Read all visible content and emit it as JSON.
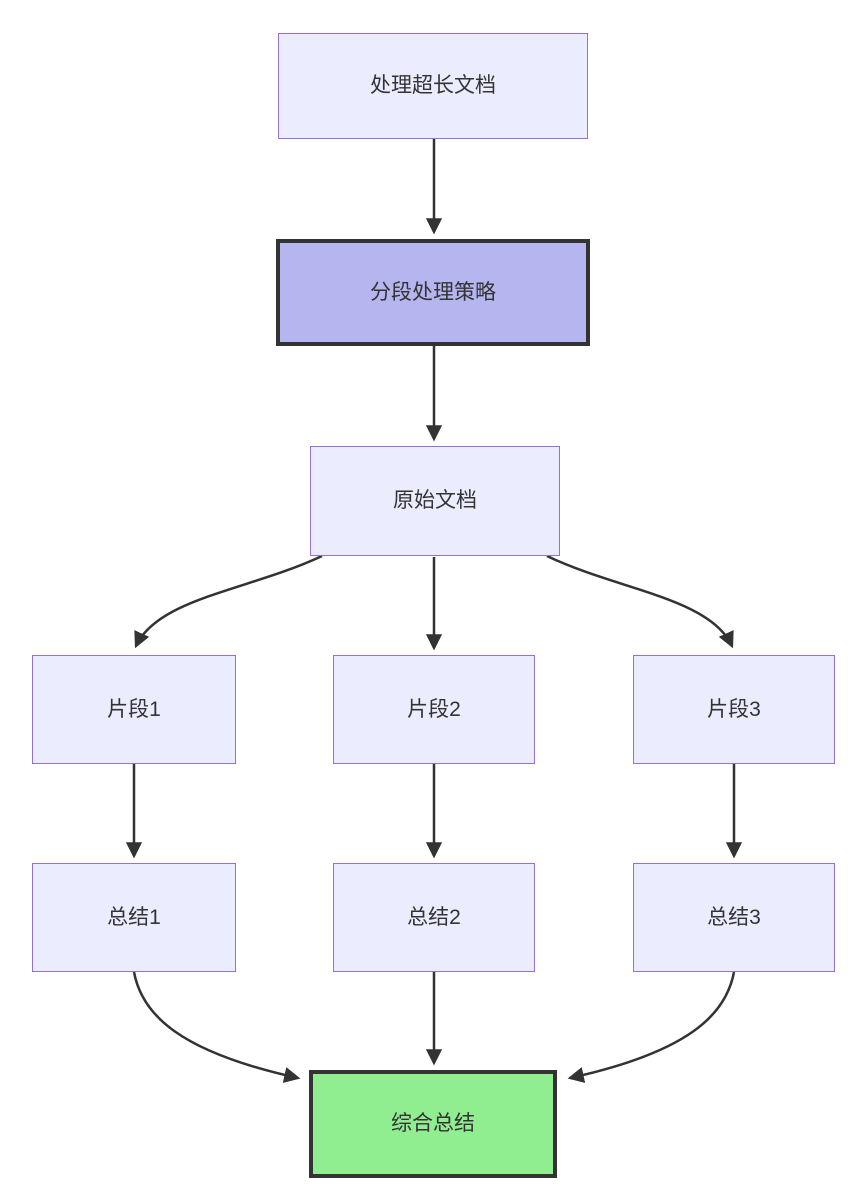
{
  "diagram": {
    "type": "flowchart",
    "direction": "top-down",
    "background_color": "#ffffff",
    "edge_color": "#333333",
    "text_color": "#333333",
    "nodes": [
      {
        "id": "process-long-document",
        "label": "处理超长文档",
        "fill": "#ECECFF",
        "border": "#9370DB",
        "border_width": 1.5
      },
      {
        "id": "segmentation-strategy",
        "label": "分段处理策略",
        "fill": "#b5b5f0",
        "border": "#333333",
        "border_width": 4
      },
      {
        "id": "original-document",
        "label": "原始文档",
        "fill": "#ECECFF",
        "border": "#9370DB",
        "border_width": 1.5
      },
      {
        "id": "segment-1",
        "label": "片段1",
        "fill": "#ECECFF",
        "border": "#9370DB",
        "border_width": 1.5
      },
      {
        "id": "segment-2",
        "label": "片段2",
        "fill": "#ECECFF",
        "border": "#9370DB",
        "border_width": 1.5
      },
      {
        "id": "segment-3",
        "label": "片段3",
        "fill": "#ECECFF",
        "border": "#9370DB",
        "border_width": 1.5
      },
      {
        "id": "summary-1",
        "label": "总结1",
        "fill": "#ECECFF",
        "border": "#9370DB",
        "border_width": 1.5
      },
      {
        "id": "summary-2",
        "label": "总结2",
        "fill": "#ECECFF",
        "border": "#9370DB",
        "border_width": 1.5
      },
      {
        "id": "summary-3",
        "label": "总结3",
        "fill": "#ECECFF",
        "border": "#9370DB",
        "border_width": 1.5
      },
      {
        "id": "final-summary",
        "label": "综合总结",
        "fill": "#90EE90",
        "border": "#333333",
        "border_width": 4
      }
    ],
    "edges": [
      {
        "from": "process-long-document",
        "to": "segmentation-strategy"
      },
      {
        "from": "segmentation-strategy",
        "to": "original-document"
      },
      {
        "from": "original-document",
        "to": "segment-1"
      },
      {
        "from": "original-document",
        "to": "segment-2"
      },
      {
        "from": "original-document",
        "to": "segment-3"
      },
      {
        "from": "segment-1",
        "to": "summary-1"
      },
      {
        "from": "segment-2",
        "to": "summary-2"
      },
      {
        "from": "segment-3",
        "to": "summary-3"
      },
      {
        "from": "summary-1",
        "to": "final-summary"
      },
      {
        "from": "summary-2",
        "to": "final-summary"
      },
      {
        "from": "summary-3",
        "to": "final-summary"
      }
    ]
  }
}
